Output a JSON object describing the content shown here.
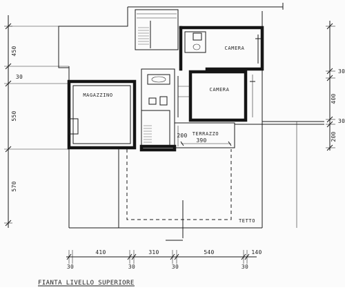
{
  "title": "FIANTA LIVELLO SUPERIORE",
  "rooms": {
    "magazzino": "MAGAZZINO",
    "camera_top": "CAMERA",
    "camera_mid": "CAMERA",
    "terrazzo": "TERRAZZO",
    "tetto": "TETTO"
  },
  "terrazzo_dims": {
    "depth": "200",
    "width": "390"
  },
  "left_dims": [
    "450",
    "30",
    "550",
    "570"
  ],
  "right_dims": [
    "30",
    "400",
    "30",
    "200"
  ],
  "bottom_dims": [
    "30",
    "410",
    "30",
    "310",
    "30",
    "540",
    "30",
    "140"
  ]
}
